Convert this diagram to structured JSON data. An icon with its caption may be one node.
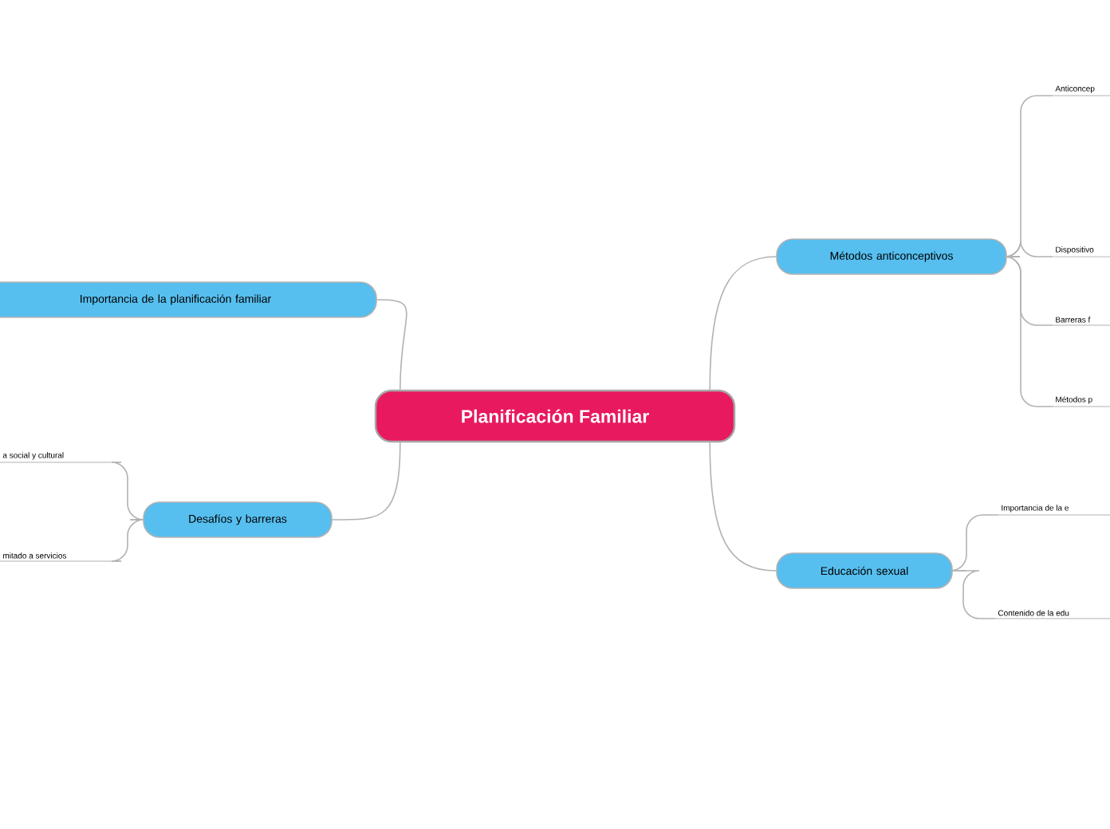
{
  "diagram": {
    "nodes": [
      {
        "text": [
          "Planificación Familiar"
        ]
      },
      {
        "text": [
          "Métodos anticonceptivos"
        ]
      },
      {
        "text": [
          "Educación sexual"
        ]
      },
      {
        "text": [
          "Importancia de la planificación familiar"
        ]
      },
      {
        "text": [
          "Desafíos y barreras"
        ]
      },
      {
        "text": [
          "Anticoncep"
        ]
      },
      {
        "text": [
          "Dispositivo"
        ]
      },
      {
        "text": [
          "Barreras f"
        ]
      },
      {
        "text": [
          "Métodos p"
        ]
      },
      {
        "text": [
          "Importancia de la e"
        ]
      },
      {
        "text": [
          "Contenido de la edu"
        ]
      },
      {
        "text": [
          "a social y cultural"
        ]
      },
      {
        "text": [
          "mitado a servicios"
        ]
      }
    ],
    "edges": [
      {
        "from": 0,
        "to": 1,
        "arrow": "none"
      },
      {
        "from": 0,
        "to": 2,
        "arrow": "none"
      },
      {
        "from": 0,
        "to": 3,
        "arrow": "none"
      },
      {
        "from": 0,
        "to": 4,
        "arrow": "none"
      },
      {
        "from": 1,
        "to": 5,
        "arrow": "none"
      },
      {
        "from": 1,
        "to": 6,
        "arrow": "none"
      },
      {
        "from": 1,
        "to": 7,
        "arrow": "none"
      },
      {
        "from": 1,
        "to": 8,
        "arrow": "none"
      },
      {
        "from": 2,
        "to": 9,
        "arrow": "none"
      },
      {
        "from": 2,
        "to": 10,
        "arrow": "none"
      },
      {
        "from": 4,
        "to": 11,
        "arrow": "none"
      },
      {
        "from": 4,
        "to": 12,
        "arrow": "none"
      }
    ]
  }
}
